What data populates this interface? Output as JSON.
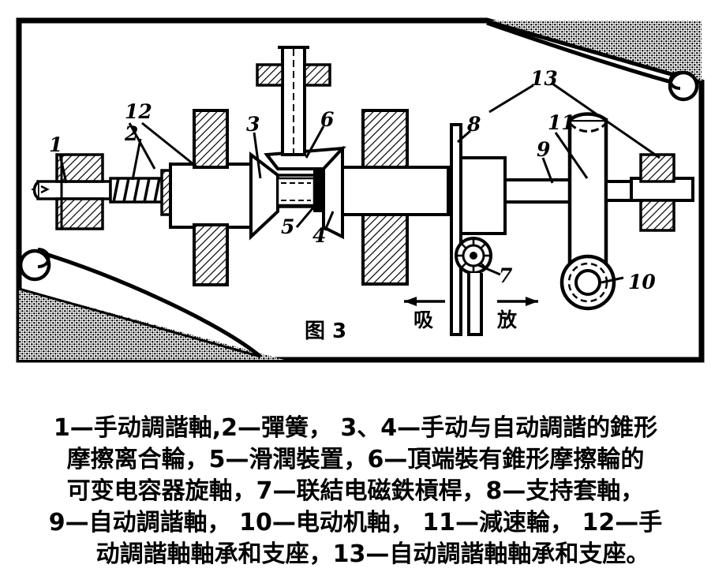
{
  "figure": {
    "label": "图 3",
    "title_alt": "图3",
    "arrows": {
      "left_label": "吸",
      "right_label": "放"
    },
    "callouts": [
      {
        "id": "1",
        "text": "1"
      },
      {
        "id": "2",
        "text": "2"
      },
      {
        "id": "3",
        "text": "3"
      },
      {
        "id": "4",
        "text": "4"
      },
      {
        "id": "5",
        "text": "5"
      },
      {
        "id": "6",
        "text": "6"
      },
      {
        "id": "7",
        "text": "7"
      },
      {
        "id": "8",
        "text": "8"
      },
      {
        "id": "9",
        "text": "9"
      },
      {
        "id": "10",
        "text": "10"
      },
      {
        "id": "11",
        "text": "11"
      },
      {
        "id": "12",
        "text": "12"
      },
      {
        "id": "13",
        "text": "13"
      }
    ]
  },
  "caption": {
    "lines": [
      "1—手动調諧軸,2—彈簧， 3、4—手动与自动調諧的錐形",
      "摩擦离合輪，5—滑潤裝置，6—頂端裝有錐形摩擦輪的",
      "可变电容器旋軸，7—联結电磁鉄槓桿，8—支持套軸，",
      "9—自动調諧軸， 10—电动机軸， 11—減速輪， 12—手",
      "动調諧軸軸承和支座，13—自动調諧軸軸承和支座。"
    ],
    "legend": [
      {
        "num": "1",
        "desc": "手动調諧軸"
      },
      {
        "num": "2",
        "desc": "彈簧"
      },
      {
        "num": "3、4",
        "desc": "手动与自动調諧的錐形摩擦离合輪"
      },
      {
        "num": "5",
        "desc": "滑潤裝置"
      },
      {
        "num": "6",
        "desc": "頂端裝有錐形摩擦輪的可变电容器旋軸"
      },
      {
        "num": "7",
        "desc": "联結电磁鉄槓桿"
      },
      {
        "num": "8",
        "desc": "支持套軸"
      },
      {
        "num": "9",
        "desc": "自动調諧軸"
      },
      {
        "num": "10",
        "desc": "电动机軸"
      },
      {
        "num": "11",
        "desc": "減速輪"
      },
      {
        "num": "12",
        "desc": "手动調諧軸軸承和支座"
      },
      {
        "num": "13",
        "desc": "自动調諧軸軸承和支座"
      }
    ]
  },
  "colors": {
    "ink": "#000000",
    "paper": "#ffffff"
  }
}
